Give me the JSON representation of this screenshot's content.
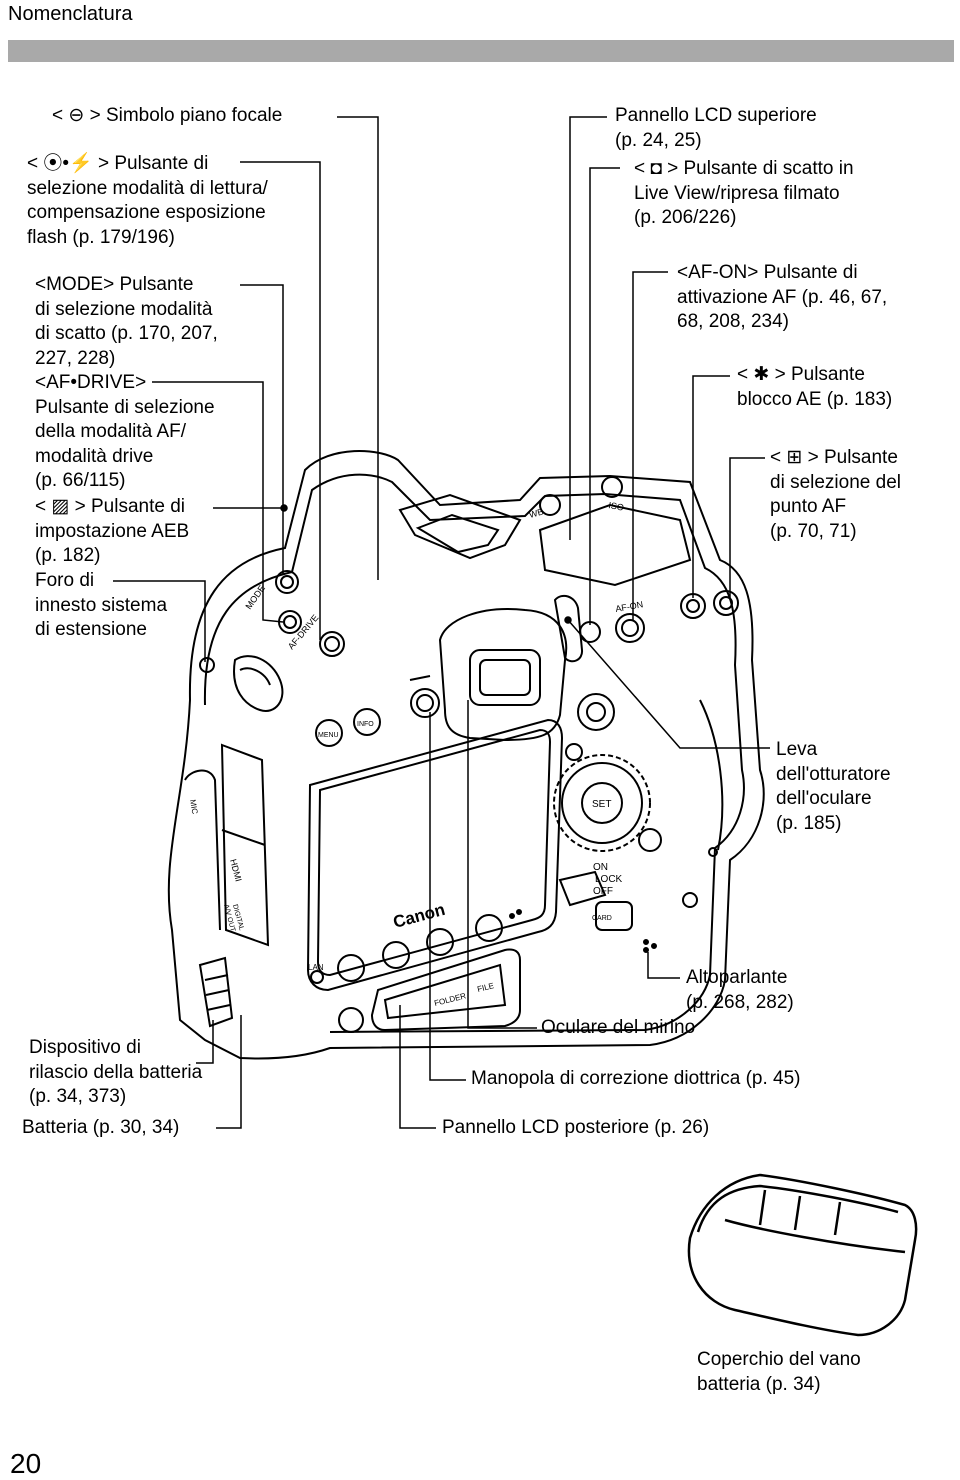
{
  "header": {
    "title": "Nomenclatura"
  },
  "page_number": "20",
  "labels": {
    "focal_plane": "< ⊖ > Simbolo piano focale",
    "metering": {
      "line1": "< ⦿•⚡ > Pulsante di",
      "line2": "selezione modalità di lettura/",
      "line3": "compensazione esposizione",
      "line4": " flash (p. 179/196)"
    },
    "mode": {
      "line1": "<MODE> Pulsante",
      "line2": "di selezione modalità",
      "line3": "di scatto (p. 170, 207,",
      "line4": "227, 228)"
    },
    "af_drive": {
      "line1": "<AF•DRIVE>",
      "line2": "Pulsante di selezione",
      "line3": "della modalità AF/",
      "line4": "modalità drive",
      "line5": "(p. 66/115)"
    },
    "aeb": {
      "line1": "< ▨ > Pulsante di",
      "line2": "impostazione AEB",
      "line3": "(p. 182)"
    },
    "extension": {
      "line1": "Foro di",
      "line2": "innesto sistema",
      "line3": "di estensione"
    },
    "top_lcd": {
      "line1": "Pannello LCD superiore",
      "line2": "(p. 24, 25)"
    },
    "live_view": {
      "line1": "< ◘ > Pulsante di scatto in",
      "line2": "Live View/ripresa filmato",
      "line3": "(p. 206/226)"
    },
    "af_on": {
      "line1": "<AF-ON> Pulsante di",
      "line2": "attivazione AF (p. 46, 67,",
      "line3": "68, 208, 234)"
    },
    "ae_lock": {
      "line1": "< ✱ > Pulsante",
      "line2": "blocco AE (p. 183)"
    },
    "af_point": {
      "line1": "< ⊞ > Pulsante",
      "line2": "di selezione del",
      "line3": "punto AF",
      "line4": "(p. 70, 71)"
    },
    "eyepiece_lever": {
      "line1": "Leva",
      "line2": "dell'otturatore",
      "line3": "dell'oculare",
      "line4": "(p. 185)"
    },
    "speaker": {
      "line1": "Altoparlante",
      "line2": "(p. 268, 282)"
    },
    "viewfinder": "Oculare del mirino",
    "diopter": "Manopola di correzione diottrica (p. 45)",
    "rear_lcd": "Pannello LCD posteriore (p. 26)",
    "battery_release": {
      "line1": "Dispositivo di",
      "line2": "rilascio della batteria",
      "line3": "(p. 34, 373)"
    },
    "battery": "Batteria (p. 30, 34)",
    "battery_cover": {
      "line1": "Coperchio del vano",
      "line2": "batteria (p. 34)"
    }
  },
  "camera_markings": {
    "brand": "Canon",
    "set": "SET",
    "menu": "MENU",
    "info": "INFO",
    "mode": "MODE",
    "af_drive": "AF-DRIVE",
    "af_on": "AF-ON",
    "wb": "WB",
    "iso": "ISO",
    "lan": "LAN",
    "folder": "FOLDER",
    "file": "FILE",
    "card": "CARD",
    "on": "ON",
    "lock": "LOCK",
    "off": "OFF",
    "hdmi": "HDMI",
    "mic": "MIC",
    "av_out": "A/V OUT",
    "digital": "DIGITAL"
  }
}
